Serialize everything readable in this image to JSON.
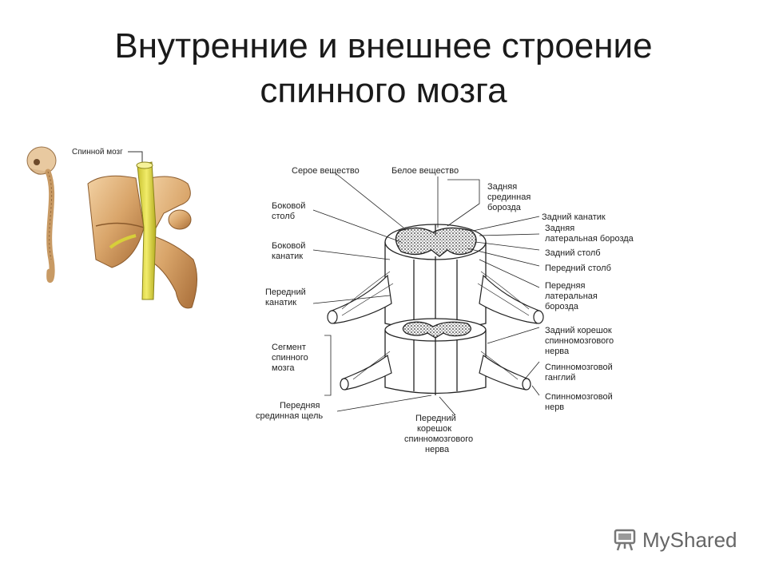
{
  "slide": {
    "title_line1": "Внутренние и внешнее строение",
    "title_line2": "спинного мозга"
  },
  "small_figure": {
    "label": "Спинной мозг"
  },
  "diagram": {
    "labels": {
      "grey_matter": "Серое вещество",
      "white_matter": "Белое вещество",
      "post_median_sulcus": [
        "Задняя",
        "срединная",
        "борозда"
      ],
      "post_funiculus": "Задний канатик",
      "post_lat_sulcus": [
        "Задняя",
        "латеральная борозда"
      ],
      "post_horn": "Задний столб",
      "ant_horn": "Передний столб",
      "ant_lat_sulcus": [
        "Передняя",
        "латеральная",
        "борозда"
      ],
      "post_root": [
        "Задний корешок",
        "спинномозгового",
        "нерва"
      ],
      "spinal_ganglion": [
        "Спинномозговой",
        "ганглий"
      ],
      "spinal_nerve": [
        "Спинномозговой",
        "нерв"
      ],
      "lat_horn": [
        "Боковой",
        "столб"
      ],
      "lat_funiculus": [
        "Боковой",
        "канатик"
      ],
      "ant_funiculus": [
        "Передний",
        "канатик"
      ],
      "segment": [
        "Сегмент",
        "спинного",
        "мозга"
      ],
      "ant_median_fissure": [
        "Передняя",
        "срединная щель"
      ],
      "ant_root": [
        "Передний",
        "корешок",
        "спинномозгового",
        "нерва"
      ]
    }
  },
  "watermark": {
    "text": "MyShared",
    "icon": "presentation-board-icon"
  },
  "colors": {
    "title": "#1a1a1a",
    "bone": "#d9a56a",
    "cord": "#e8e24a",
    "line": "#222222"
  }
}
